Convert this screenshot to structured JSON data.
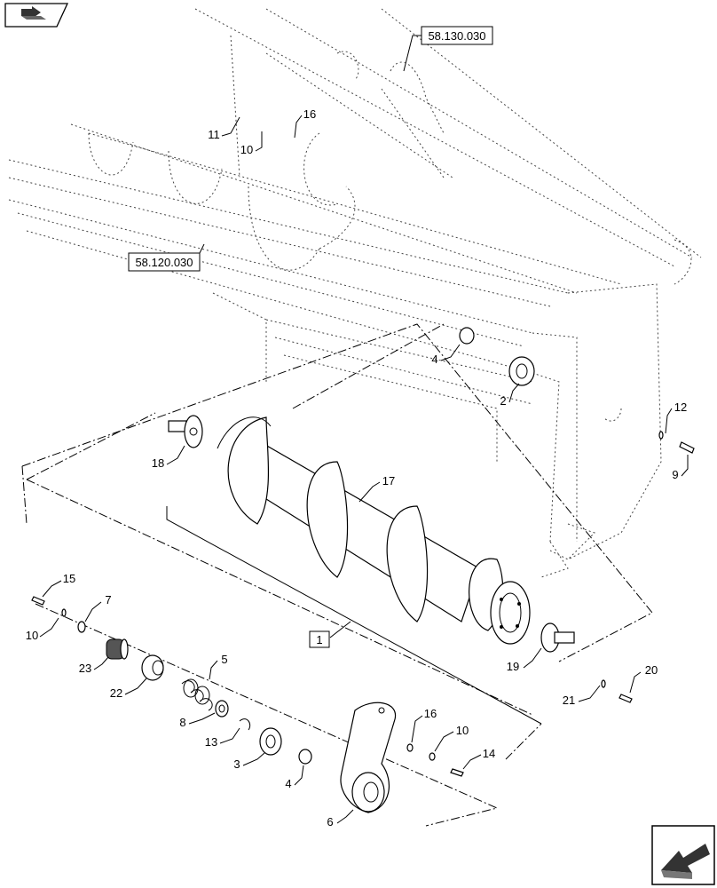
{
  "references": {
    "top": "58.130.030",
    "left": "58.120.030"
  },
  "callouts": {
    "c1": "1",
    "c2": "2",
    "c3": "3",
    "c4a": "4",
    "c4b": "4",
    "c5": "5",
    "c6": "6",
    "c7": "7",
    "c8": "8",
    "c9": "9",
    "c10a": "10",
    "c10b": "10",
    "c10c": "10",
    "c11": "11",
    "c12": "12",
    "c13": "13",
    "c14": "14",
    "c15": "15",
    "c16a": "16",
    "c16b": "16",
    "c17": "17",
    "c18": "18",
    "c19": "19",
    "c20": "20",
    "c21": "21",
    "c22": "22",
    "c23": "23"
  },
  "icons": {
    "top_left": "book-arrow-icon",
    "bottom_right": "next-arrow-icon"
  }
}
